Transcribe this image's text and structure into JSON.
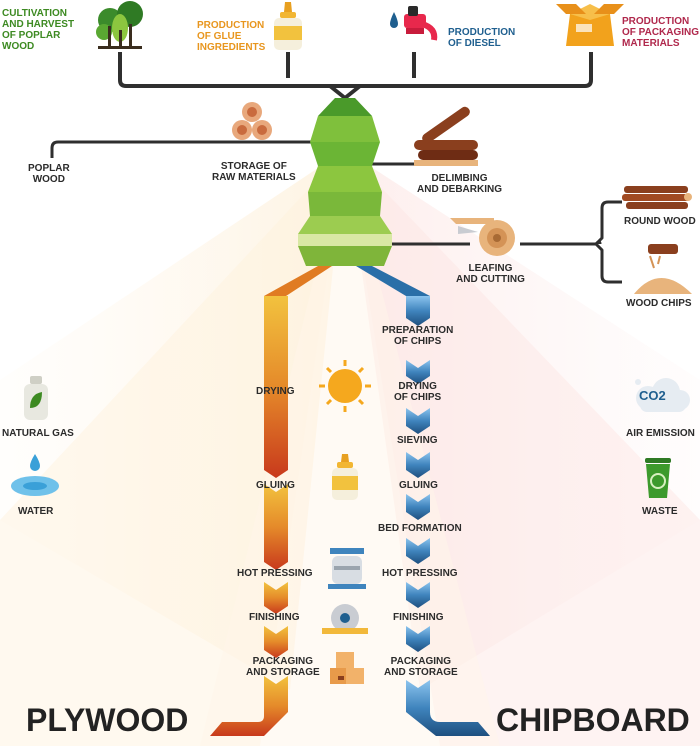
{
  "inputs": {
    "poplar_cultivation": "CULTIVATION\nAND HARVEST\nOF POPLAR\nWOOD",
    "glue_production": "PRODUCTION\nOF GLUE\nINGREDIENTS",
    "diesel_production": "PRODUCTION\nOF DIESEL",
    "packaging_production": "PRODUCTION\nOF PACKAGING\nMATERIALS"
  },
  "upstream": {
    "poplar_wood": "POPLAR\nWOOD",
    "storage": "STORAGE OF\nRAW MATERIALS",
    "delimbing": "DELIMBING\nAND DEBARKING",
    "leafing": "LEAFING\nAND CUTTING",
    "round_wood": "ROUND WOOD",
    "wood_chips": "WOOD CHIPS"
  },
  "side": {
    "natural_gas": "NATURAL GAS",
    "water": "WATER",
    "air_emission": "AIR EMISSION",
    "co2": "CO2",
    "waste": "WASTE"
  },
  "plywood_steps": [
    "DRYING",
    "GLUING",
    "HOT PRESSING",
    "FINISHING",
    "PACKAGING\nAND STORAGE"
  ],
  "chipboard_steps": [
    "PREPARATION\nOF CHIPS",
    "DRYING\nOF CHIPS",
    "SIEVING",
    "GLUING",
    "BED FORMATION",
    "HOT PRESSING",
    "FINISHING",
    "PACKAGING\nAND STORAGE"
  ],
  "products": {
    "plywood": "PLYWOOD",
    "chipboard": "CHIPBOARD"
  },
  "colors": {
    "input_green": "#3d8a22",
    "input_orange": "#e8961e",
    "input_blue": "#1f5f8f",
    "input_red": "#b0284c",
    "plywood_top": "#f2b83a",
    "plywood_bottom": "#c8391c",
    "chipboard_top": "#7ab8e6",
    "chipboard_bottom": "#1e4f7f",
    "funnel_green": "#8cc63f"
  }
}
